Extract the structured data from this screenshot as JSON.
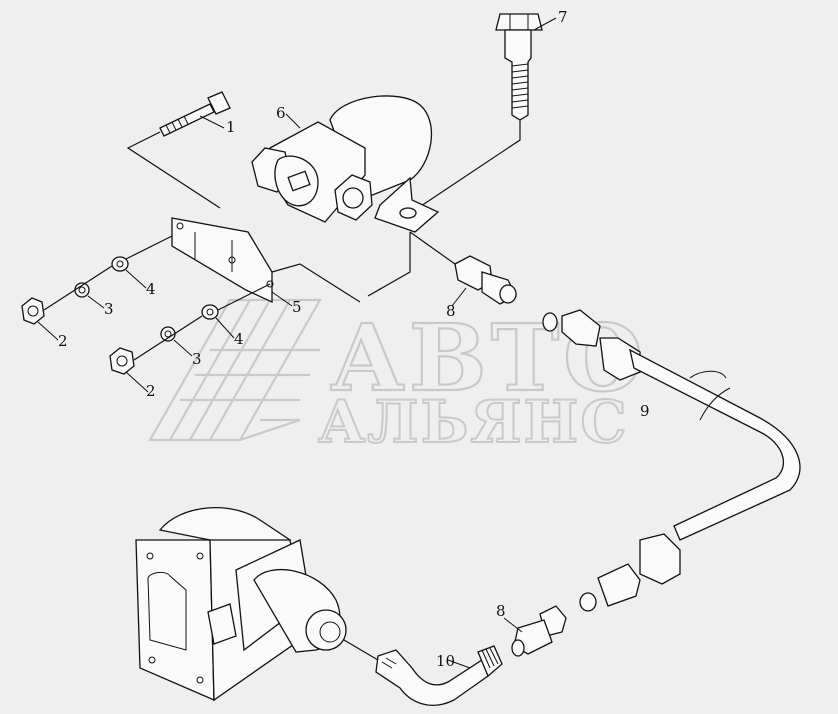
{
  "watermark": {
    "line1": "АВТО",
    "line2": "АЛЬЯНС"
  },
  "callouts": [
    {
      "id": "c1",
      "text": "1"
    },
    {
      "id": "c2a",
      "text": "2"
    },
    {
      "id": "c2b",
      "text": "2"
    },
    {
      "id": "c3a",
      "text": "3"
    },
    {
      "id": "c3b",
      "text": "3"
    },
    {
      "id": "c4a",
      "text": "4"
    },
    {
      "id": "c4b",
      "text": "4"
    },
    {
      "id": "c5",
      "text": "5"
    },
    {
      "id": "c6",
      "text": "6"
    },
    {
      "id": "c7",
      "text": "7"
    },
    {
      "id": "c8a",
      "text": "8"
    },
    {
      "id": "c8b",
      "text": "8"
    },
    {
      "id": "c9",
      "text": "9"
    },
    {
      "id": "c10",
      "text": "10"
    }
  ],
  "colors": {
    "background": "#efefef",
    "lines": "#111111",
    "watermark": "#c9c9c9"
  }
}
